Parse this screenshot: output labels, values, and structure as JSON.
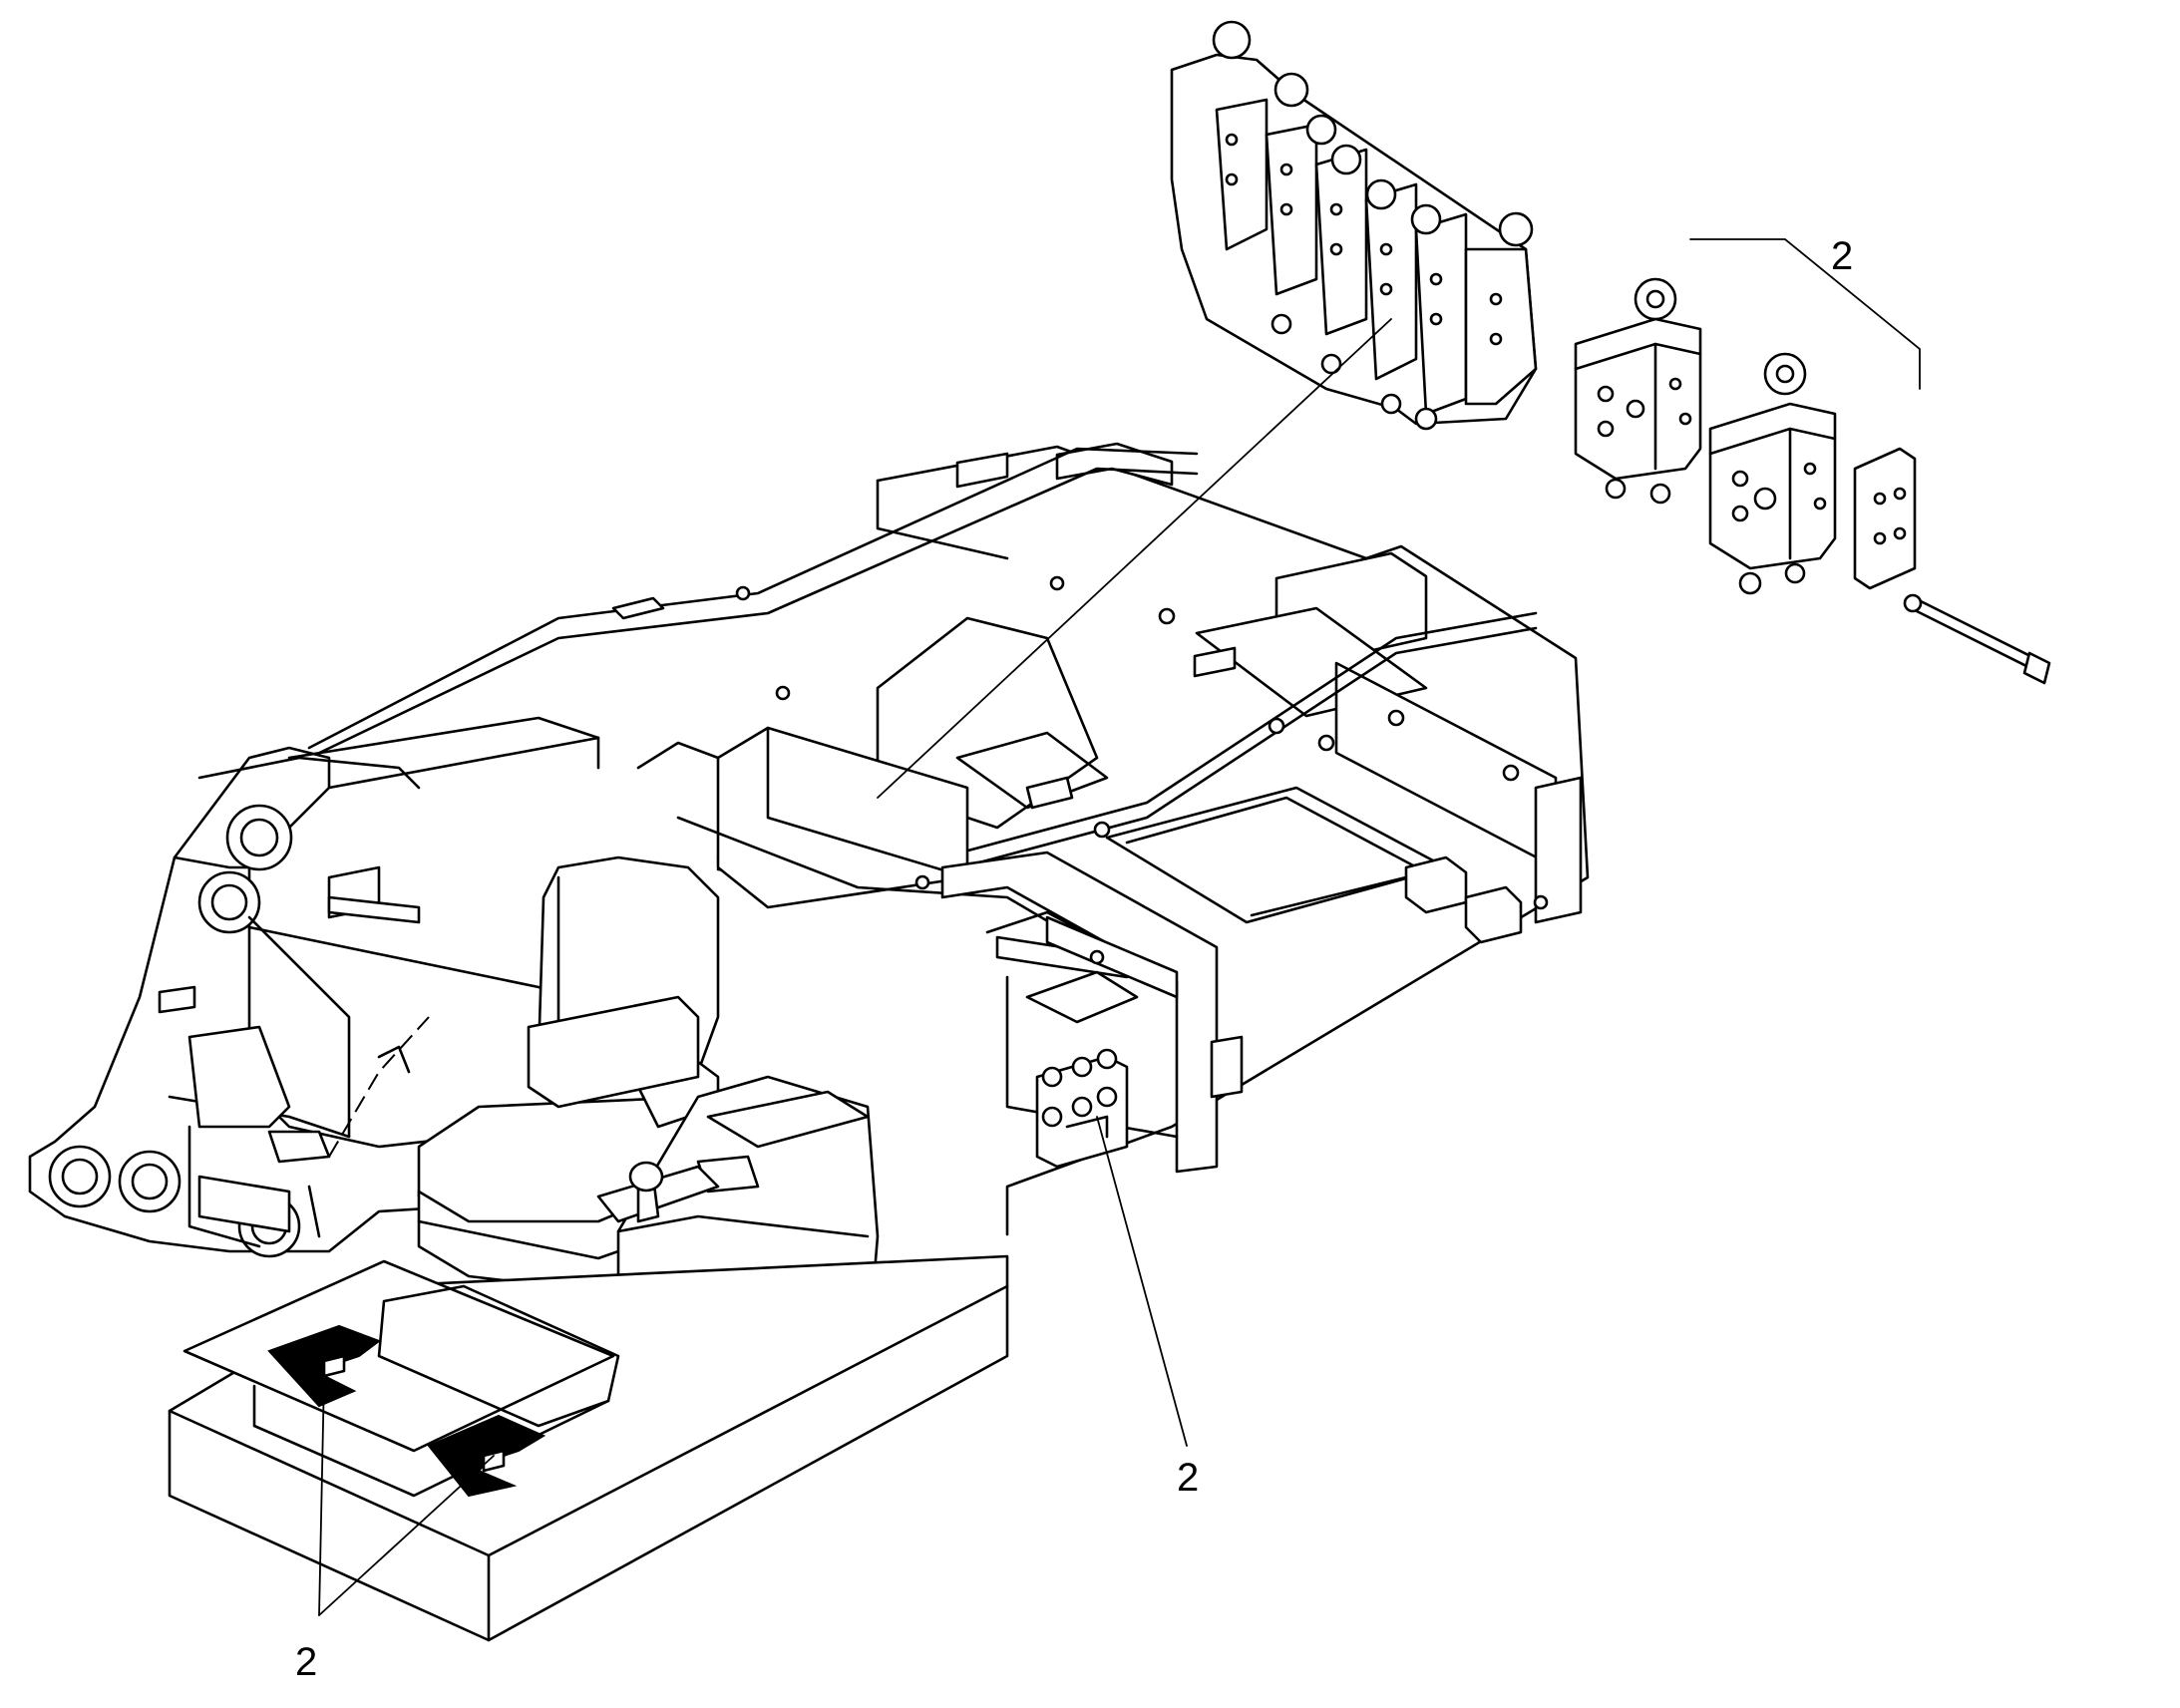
{
  "callouts": {
    "valve_group": "2",
    "center_valves": "2",
    "pedals": "2"
  },
  "colors": {
    "ink": "#000000",
    "paper": "#ffffff"
  }
}
